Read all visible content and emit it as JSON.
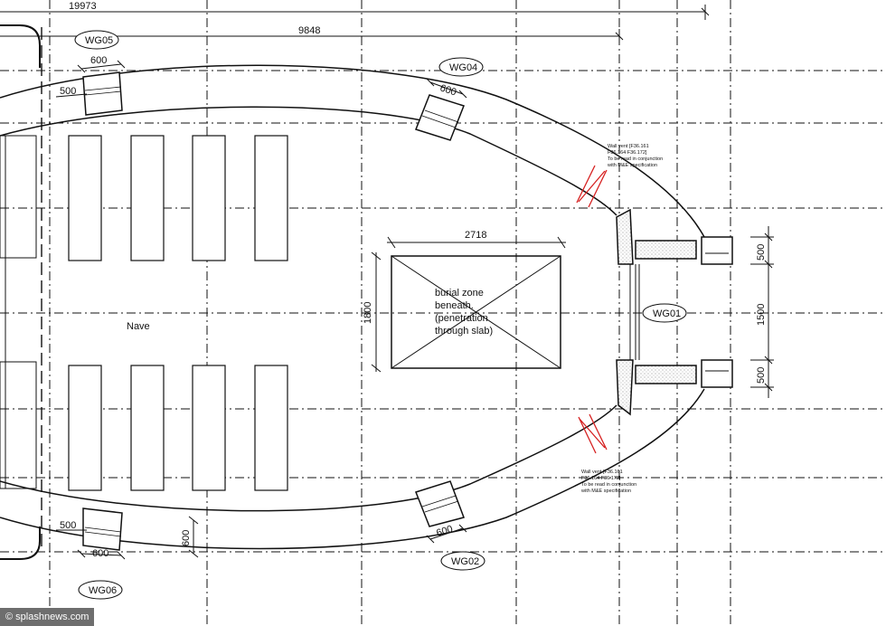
{
  "dimensions": {
    "top_overall": "19973",
    "top_inner": "9848",
    "wg05_width": "600",
    "wg05_offset": "500",
    "wg04_width": "600",
    "burial_width": "2718",
    "burial_height": "1800",
    "right_upper": "500",
    "right_middle": "1500",
    "right_lower": "500",
    "wg06_offset": "500",
    "wg06_width": "600",
    "wall_thickness": "600",
    "wg02_width": "600"
  },
  "window_tags": {
    "wg01": "WG01",
    "wg02": "WG02",
    "wg04": "WG04",
    "wg05": "WG05",
    "wg06": "WG06"
  },
  "rooms": {
    "nave": "Nave"
  },
  "burial_zone": {
    "line1": "burial zone",
    "line2": "beneath.",
    "line3": "(penetration",
    "line4": "through slab)"
  },
  "wall_vent_upper": {
    "line1": "Wall vent [F36.161",
    "line2": "F36.164 F36.172]",
    "line3": "To be read in conjunction",
    "line4": "with M&E specification"
  },
  "wall_vent_lower": {
    "line1": "Wall vent [F36.161",
    "line2": "F36.164 F36.172]",
    "line3": "To be read in conjunction",
    "line4": "with M&E specification"
  },
  "watermark": "© splashnews.com",
  "colors": {
    "line": "#111111",
    "vent": "#d62020",
    "hatch": "#9a9a9a",
    "watermark_bg": "#6e6e6e"
  }
}
